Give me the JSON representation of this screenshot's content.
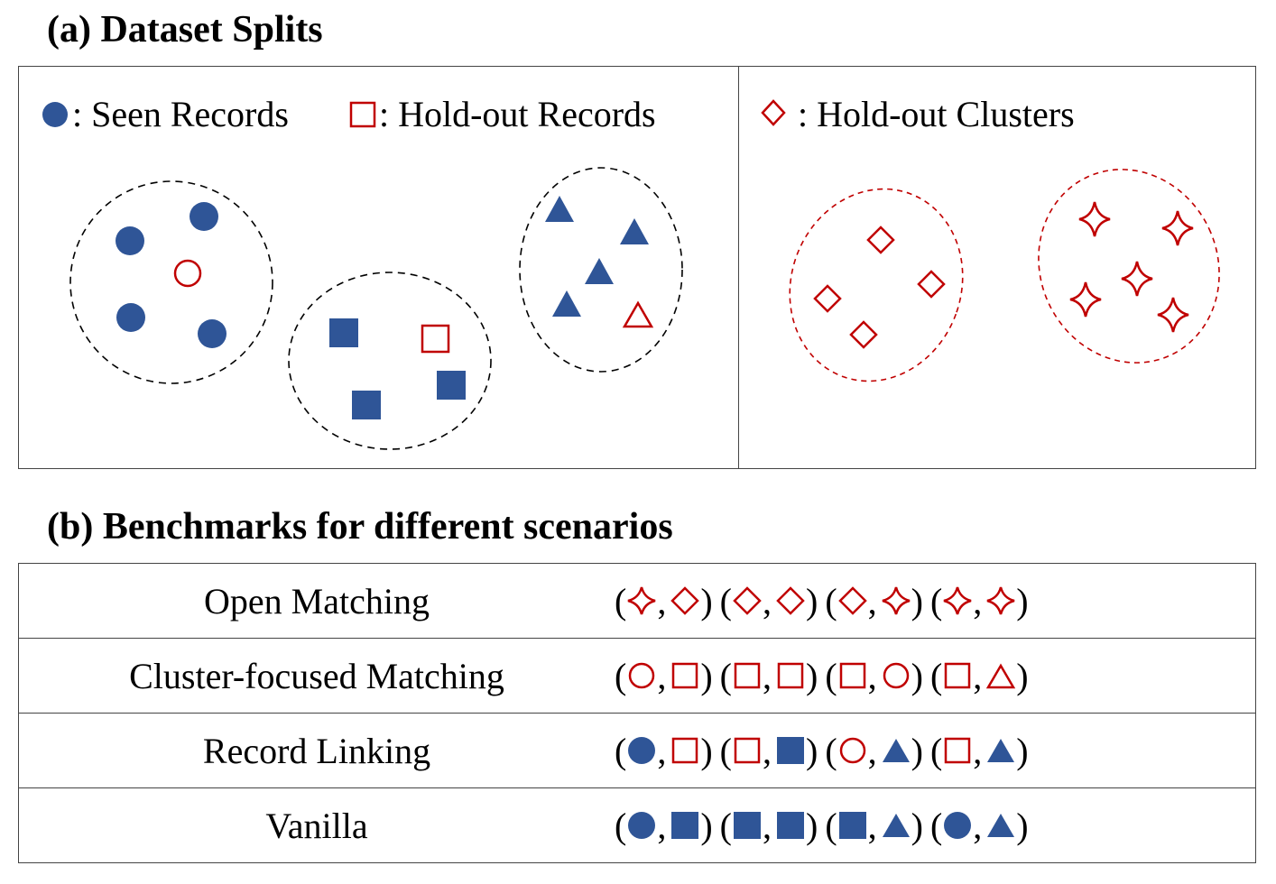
{
  "titles": {
    "a": "(a) Dataset Splits",
    "b": "(b) Benchmarks for different scenarios"
  },
  "legend": {
    "seen": ": Seen Records",
    "holdout_records": ": Hold-out Records",
    "holdout_clusters": ": Hold-out Clusters"
  },
  "colors": {
    "seen": "#2f5597",
    "holdout": "#c00000",
    "dashed_seen": "#000000"
  },
  "clusters": [
    {
      "kind": "seen-cluster",
      "members": [
        "filled-circle",
        "filled-circle",
        "filled-circle",
        "filled-circle",
        "open-circle"
      ]
    },
    {
      "kind": "seen-cluster",
      "members": [
        "filled-square",
        "filled-square",
        "filled-square",
        "open-square"
      ]
    },
    {
      "kind": "seen-cluster",
      "members": [
        "filled-triangle",
        "filled-triangle",
        "filled-triangle",
        "filled-triangle",
        "open-triangle"
      ]
    },
    {
      "kind": "holdout-cluster",
      "members": [
        "open-diamond",
        "open-diamond",
        "open-diamond",
        "open-diamond"
      ]
    },
    {
      "kind": "holdout-cluster",
      "members": [
        "open-star",
        "open-star",
        "open-star",
        "open-star",
        "open-star"
      ]
    }
  ],
  "benchmarks": [
    {
      "name": "Open Matching",
      "pairs": [
        [
          "open-star",
          "open-diamond"
        ],
        [
          "open-diamond",
          "open-diamond"
        ],
        [
          "open-diamond",
          "open-star"
        ],
        [
          "open-star",
          "open-star"
        ]
      ]
    },
    {
      "name": "Cluster-focused Matching",
      "pairs": [
        [
          "open-circle",
          "open-square"
        ],
        [
          "open-square",
          "open-square"
        ],
        [
          "open-square",
          "open-circle"
        ],
        [
          "open-square",
          "open-triangle"
        ]
      ]
    },
    {
      "name": "Record Linking",
      "pairs": [
        [
          "filled-circle",
          "open-square"
        ],
        [
          "open-square",
          "filled-square"
        ],
        [
          "open-circle",
          "filled-triangle"
        ],
        [
          "open-square",
          "filled-triangle"
        ]
      ]
    },
    {
      "name": "Vanilla",
      "pairs": [
        [
          "filled-circle",
          "filled-square"
        ],
        [
          "filled-square",
          "filled-square"
        ],
        [
          "filled-square",
          "filled-triangle"
        ],
        [
          "filled-circle",
          "filled-triangle"
        ]
      ]
    }
  ],
  "punct": {
    "open": "(",
    "comma": ",",
    "close": ")"
  }
}
